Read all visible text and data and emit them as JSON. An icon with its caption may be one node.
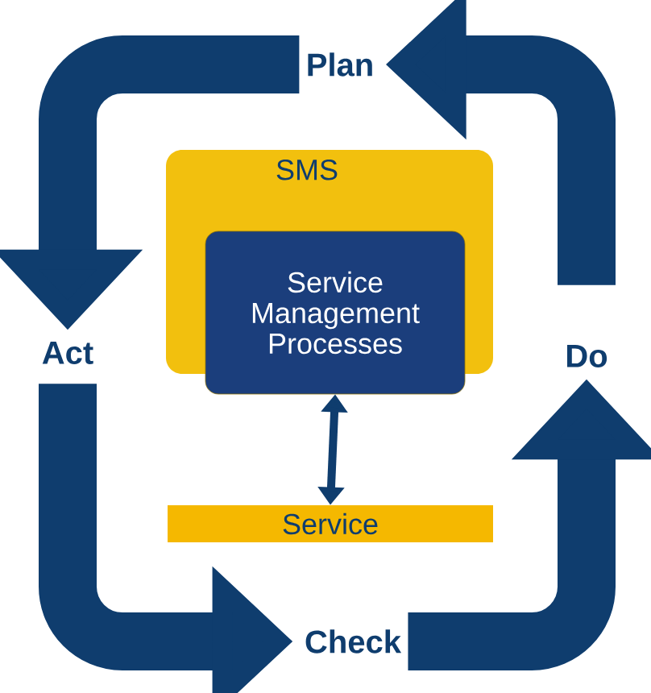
{
  "diagram": {
    "nodes": [
      {
        "text": [
          "Plan"
        ]
      },
      {
        "text": [
          "SMS"
        ]
      },
      {
        "text": [
          "Service Management Processes"
        ],
        "in": 1
      },
      {
        "text": [
          "Act"
        ]
      },
      {
        "text": [
          "Do"
        ]
      },
      {
        "text": [
          "Service"
        ]
      },
      {
        "text": [
          "Check"
        ]
      }
    ],
    "edges": [
      {
        "from": 0,
        "to": 3,
        "arrow": "to"
      },
      {
        "from": 4,
        "to": 0,
        "arrow": "to"
      },
      {
        "from": 3,
        "to": 6,
        "arrow": "to"
      },
      {
        "from": 6,
        "to": 4,
        "arrow": "to"
      },
      {
        "from": 2,
        "to": 5,
        "arrow": "both"
      }
    ]
  }
}
